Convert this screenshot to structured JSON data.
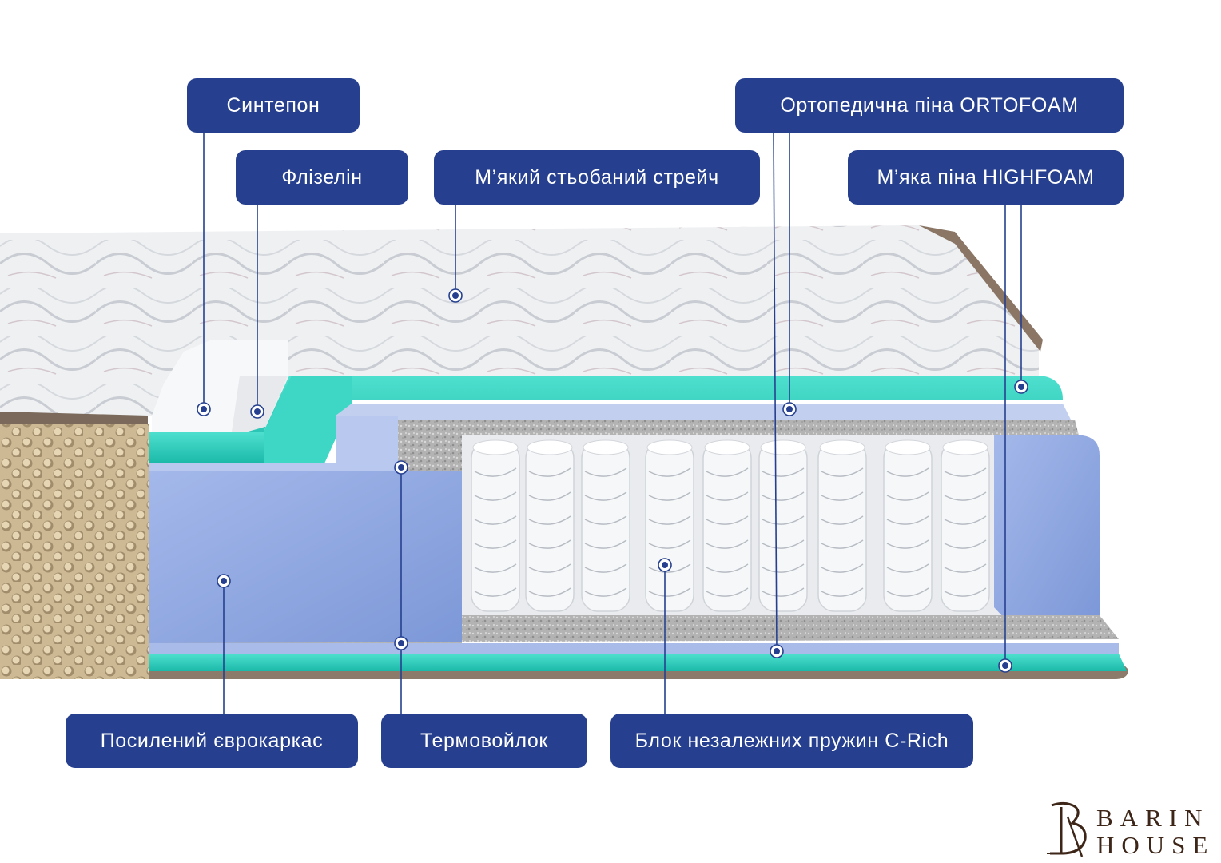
{
  "colors": {
    "label_bg": "#26408f",
    "label_text": "#ffffff",
    "teal_foam": "#2ccfbe",
    "blue_foam": "#8da6e0",
    "felt": "#b8b8b8",
    "beige_side": "#c9b58e",
    "logo": "#3d2618"
  },
  "labels": {
    "sintepon": "Синтепон",
    "flizelin": "Флізелін",
    "stretch": "М’який стьобаний стрейч",
    "ortofoam": "Ортопедична піна ORTOFOAM",
    "highfoam": "М’яка піна HIGHFOAM",
    "eurokarkas": "Посилений єврокаркас",
    "termovoilok": "Термовойлок",
    "springs": "Блок незалежних пружин C-Rich"
  },
  "logo": {
    "monogram": "B",
    "line1": "BARIN",
    "line2": "HOUSE"
  }
}
